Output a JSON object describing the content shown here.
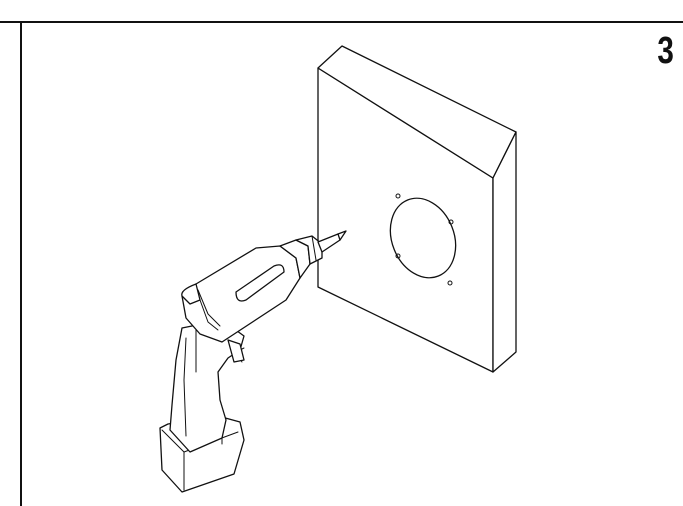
{
  "step": {
    "number": "3"
  },
  "icons": {
    "panel": "wall-panel-illustration",
    "drill": "cordless-drill-illustration"
  }
}
